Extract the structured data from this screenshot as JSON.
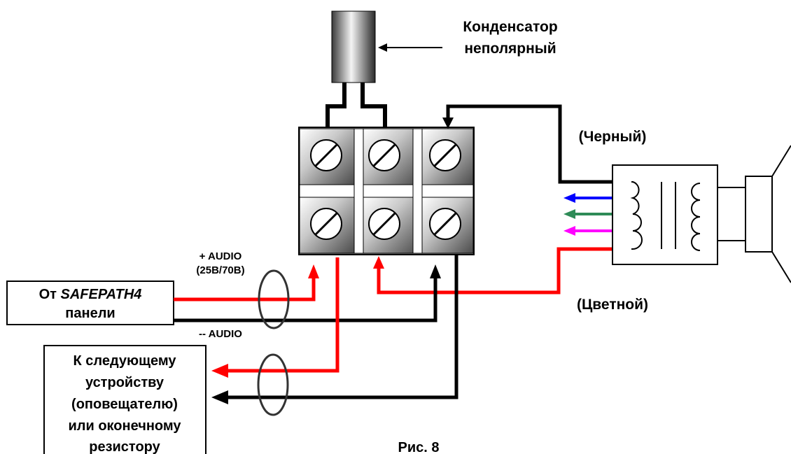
{
  "labels": {
    "capacitor_line1": "Конденсатор",
    "capacitor_line2": "неполярный",
    "black_wire": "(Черный)",
    "colored_wire": "(Цветной)",
    "audio_plus_line1": "+ AUDIO",
    "audio_plus_line2": "(25В/70В)",
    "audio_minus": "-- AUDIO",
    "figure_caption": "Рис. 8"
  },
  "source_box": {
    "prefix": "От ",
    "brand": "SAFEPATH4",
    "line2": "панели"
  },
  "next_box": {
    "lines": [
      "К следующему",
      "устройству",
      "(оповещателю)",
      "или оконечному",
      "резистору"
    ]
  },
  "colors": {
    "wire_red": "#ff0000",
    "wire_black": "#000000",
    "tap_blue": "#0000ff",
    "tap_green": "#2e8b57",
    "tap_magenta": "#ff00ff",
    "block_gray": "#9a9a9a"
  },
  "icons": {
    "capacitor": "capacitor-icon",
    "terminal_screw": "screw-icon",
    "speaker": "speaker-icon",
    "transformer": "transformer-icon"
  }
}
